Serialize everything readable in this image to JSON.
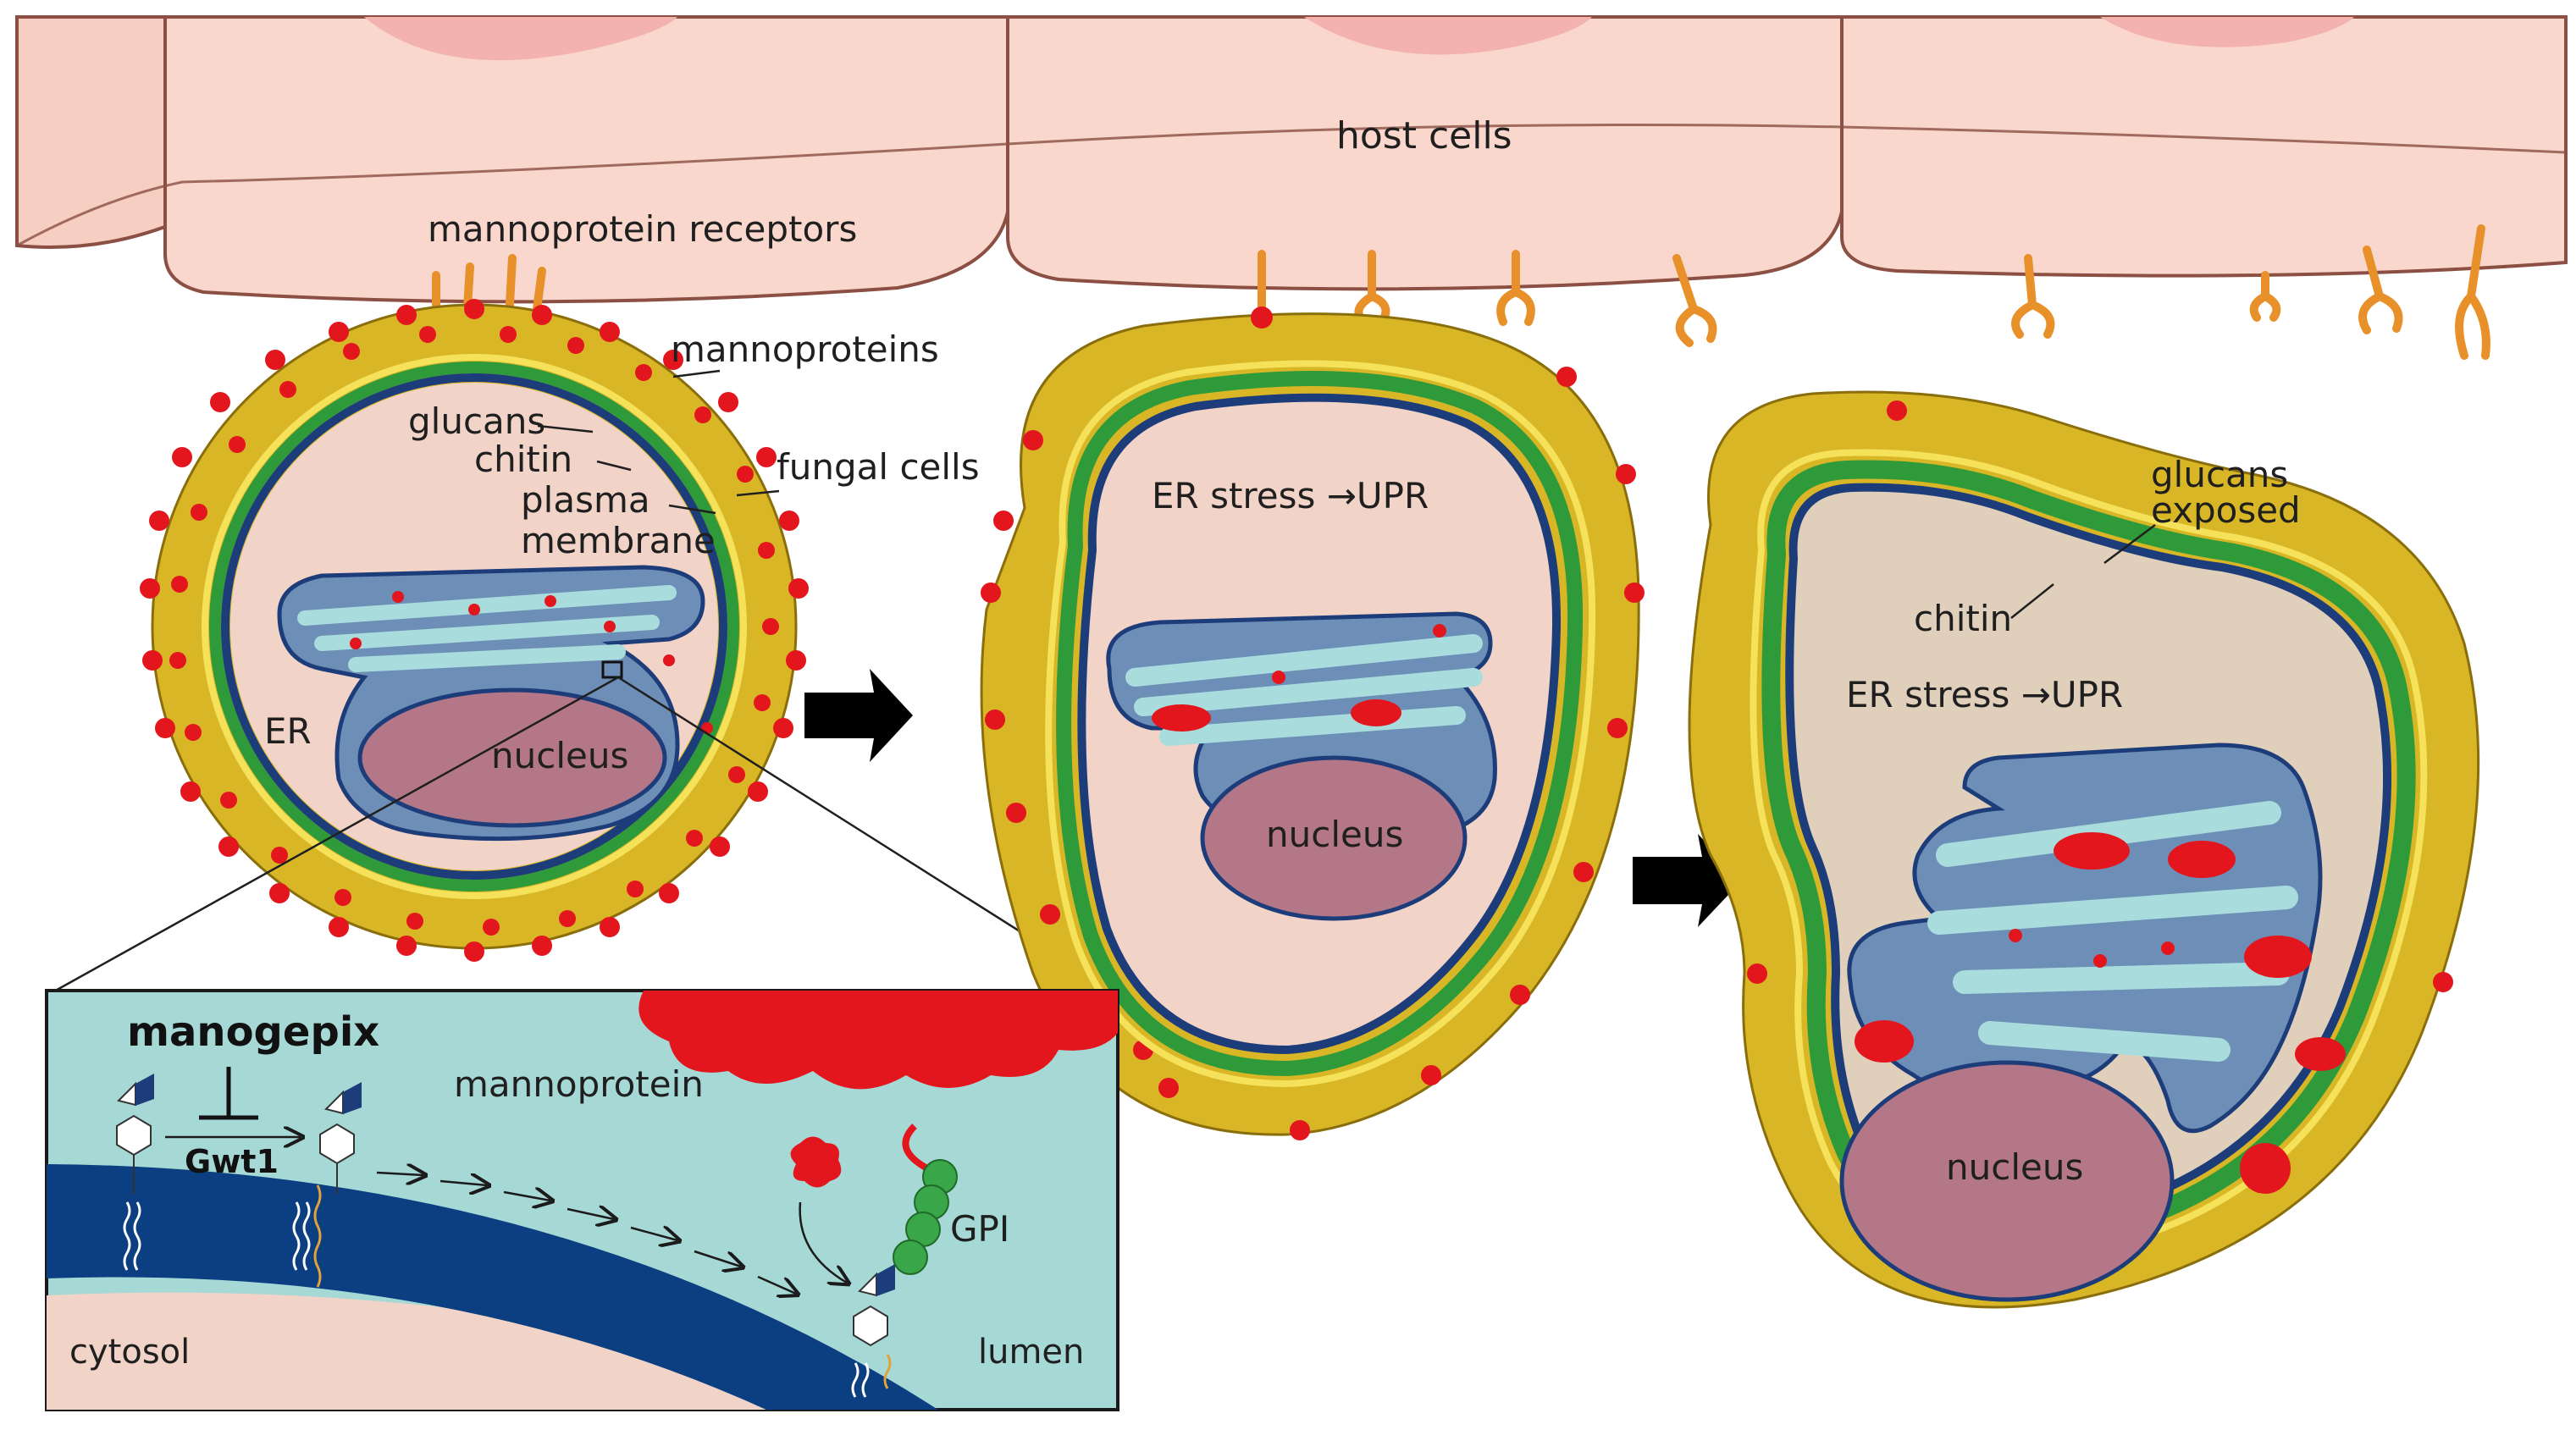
{
  "labels": {
    "host_cells": "host cells",
    "mannoprotein_receptors": "mannoprotein receptors",
    "mannoproteins": "mannoproteins",
    "glucans": "glucans",
    "chitin": "chitin",
    "plasma_membrane_line1": "plasma",
    "plasma_membrane_line2": "membrane",
    "fungal_cells": "fungal cells",
    "er": "ER",
    "nucleus": "nucleus",
    "er_stress_upr": "ER stress →UPR",
    "glucans_exposed_line1": "glucans",
    "glucans_exposed_line2": "exposed"
  },
  "inset": {
    "drug": "manogepix",
    "enzyme": "Gwt1",
    "mannoprotein": "mannoprotein",
    "gpi": "GPI",
    "cytosol": "cytosol",
    "lumen": "lumen"
  },
  "colors": {
    "host_cell_fill": "#f9d7cc",
    "host_cell_outline": "#8b4f43",
    "receptor": "#e8902a",
    "mannoprotein_red": "#e3161e",
    "wall_yellow": "#d8b626",
    "glucan_green": "#2f9a3a",
    "membrane_navy": "#1d3c7a",
    "cytoplasm": "#f1d3c7",
    "er_cyan": "#a9dcdc",
    "er_blue": "#6d8fb7",
    "nucleus": "#b47788",
    "lumen": "#a6d9d6",
    "membrane_inset": "#0b3f82",
    "arrow": "#000000"
  },
  "icons": {
    "progression_arrow": "right-arrow-icon",
    "inhibition": "t-bar-inhibit-icon",
    "gpi_chain": "bead-chain-icon"
  }
}
